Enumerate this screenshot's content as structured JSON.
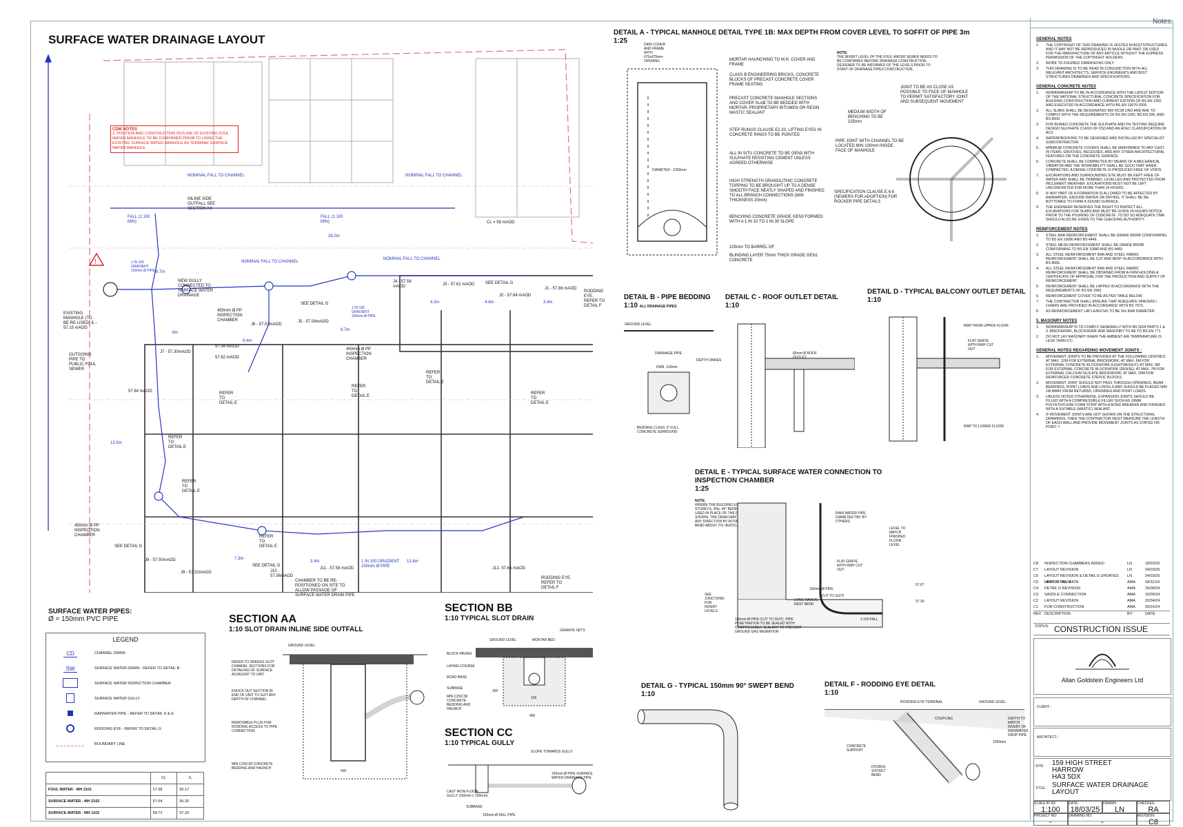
{
  "title": "SURFACE WATER DRAINAGE LAYOUT",
  "cdm": {
    "heading": "CDM NOTES",
    "text": "1. POSITION AND CONSTRUCTION OUTLINE OF EXISTING FOUL WATER MANHOLE TO BE CONFIRMED PRIOR TO USING THE EXISTING SURFACE WATER MANHOLE AS TERMINAL SURFACE WATER MANHOLE"
  },
  "plan_labels": {
    "nominal_fall_1": "NOMINAL FALL TO CHANNEL",
    "nominal_fall_2": "NOMINAL FALL TO CHANNEL",
    "nominal_fall_3": "NOMINAL FALL TO CHANNEL",
    "nominal_fall_4": "NOMINAL FALL TO CHANNEL",
    "inline_outfall": "INLINE SIDE OUTFALL SEE SECTION AA",
    "fall_1": "FALL (1:100 MIN)",
    "fall_2": "FALL (1:100 MIN)",
    "cl_58": "CL = 58 mAOD",
    "dist_28": "28.2m",
    "gradient_1": "1 IN 150 GRADIENT 150mm Ø PIPE",
    "dist_87": "8.7m",
    "new_gully": "NEW GULLY CONNECTED TO SURFACE WATER DRAINAGE",
    "existing_mh": "EXISTING MANHOLE (TO BE RE-USED) IL - 57.15 mAOD",
    "outgoing": "OUTGOING PIPE TO PUBLIC FOUL SEWER",
    "ic_450_1": "450mm Ø PP INSPECTION CHAMBER",
    "ic_450_2": "450mm Ø PP INSPECTION CHAMBER",
    "ic_450_3": "450mm Ø PP INSPECTION CHAMBER",
    "j6": "J6 - 57.53mAOD",
    "j5": "J5 - 57.54mAOD",
    "j4": "J4 - 57.58 mAOD",
    "j3": "J3 - 57.61 mAOD",
    "j2": "J2 - 57.64 mAOD",
    "j1": "J1 - 57.66 mAOD",
    "j7": "J7 - 57.30mAOD",
    "j8": "J8 - 57.50mAOD",
    "j9": "J9 - 57.52mAOD",
    "j10": "J10 - 57.56mAOD",
    "j11": "J11 - 57.58 mAOD",
    "j12": "J12- 57.66 mAOD",
    "lvl_5734": "57.34 mAOD",
    "lvl_5762": "57.62 mAOD",
    "lvl_5764": "57.64 mAOD",
    "rodding_1": "RODDING EYE. REFER TO DETAIL F",
    "rodding_2": "RODDING EYE. REFER TO DETAIL F",
    "gradient_2": "1 IN 150 GRADIENT 150mm Ø PIPE",
    "gradient_3": "1 IN 150 GRADIENT 150mm Ø PIPE",
    "chamber_repos": "CHAMBER TO BE RE-POSITIONED ON SITE TO ALLOW PASSAGE OF SURFACE WATER DRAIN PIPE",
    "d_43": "4.3m",
    "d_44": "4.4m",
    "d_34a": "3.4m",
    "d_67": "6.7m",
    "d_84": "8.4m",
    "d_6m": "6m",
    "d_135": "13.5m",
    "d_73": "7.3m",
    "d_34b": "3.4m",
    "d_134": "13.4m"
  },
  "refer_labels": [
    "REFER TO DETAIL E",
    "REFER TO DETAIL E",
    "REFER TO DETAIL E",
    "REFER TO DETAIL E",
    "REFER TO DETAIL E",
    "REFER TO DETAIL E",
    "REFER TO DETAIL E",
    "SEE DETAIL G",
    "SEE DETAIL G",
    "SEE DETAIL G",
    "SEE DETAIL G"
  ],
  "pipes_note": {
    "heading": "SURFACE WATER PIPES:",
    "text": "Ø = 150mm PVC PIPE"
  },
  "legend": {
    "heading": "LEGEND",
    "items": [
      {
        "sym": "CD",
        "label": "CHANNEL DRAIN"
      },
      {
        "sym": "SW",
        "label": "SURFACE WATER DRAIN - REFER TO DETAIL B"
      },
      {
        "sym": "",
        "label": "SURFACE WATER INSPECTION CHAMBER"
      },
      {
        "sym": "",
        "label": "SURFACE WATER GULLY"
      },
      {
        "sym": "",
        "label": "RAINWATER PIPE - REFER TO DETAIL D & E"
      },
      {
        "sym": "",
        "label": "RODDING EYE - REFER TO DETAIL G"
      },
      {
        "sym": "",
        "label": "BOUNDARY LINE"
      }
    ]
  },
  "levels_table": {
    "headers": [
      "",
      "CL",
      "IL"
    ],
    "rows": [
      [
        "FOUL WATER - MH 2101",
        "57.68",
        "55.17"
      ],
      [
        "SURFACE WATER - MH 2102",
        "57.64",
        "56.30"
      ],
      [
        "SURFACE WATER - MH 1102",
        "58.72",
        "57.33"
      ]
    ]
  },
  "section_aa": {
    "title": "SECTION AA",
    "subtitle": "1:10 SLOT DRAIN INLINE SIDE OUTFALL",
    "labels": [
      "GROUND LEVEL",
      "REFER TO DRENUS SLOT CHANNEL SECTIONS FOR DETAILING OF SURFACE ADJACENT TO UNIT",
      "KNOCK OUT SECTION IN END OF UNIT TO SUIT ANY DEPTH OF CHANNEL",
      "REMOVABLE PLUG FOR RODDING ACCESS TO PIPE CONNECTION",
      "MIN C25/C30 CONCRETE BEDDING AND HAUNCH",
      "430"
    ]
  },
  "section_bb": {
    "title": "SECTION BB",
    "subtitle": "1:10 TYPICAL SLOT DRAIN",
    "labels": [
      "GROUND LEVEL",
      "MORTAR BED",
      "GRANITE SETS",
      "BLOCK PAVING",
      "LAYING COURSE",
      "ROAD BASE",
      "SUBBASE",
      "MIN C25/C30 CONCRETE BEDDING AND HAUNCH",
      "460",
      "100",
      "300"
    ]
  },
  "section_cc": {
    "title": "SECTION CC",
    "subtitle": "1:10 TYPICAL GULLY",
    "labels": [
      "SLOPE TOWARDS GULLY",
      "150mm Ø PIPE SURFACE WATER DRAINAGE PIPE",
      "CAST IRON FLOOR GULLY (150mm x 150mm)",
      "SUBBASE",
      "150mm Ø FALL PIPE"
    ]
  },
  "detail_a": {
    "title": "DETAIL A - TYPICAL MANHOLE DETAIL TYPE 1B: MAX DEPTH FROM COVER LEVEL TO SOFFIT OF PIPE 3m",
    "scale": "1:25",
    "labels": [
      "D400 COVER AND FRAME WITH 675x675mm OPENING",
      "MORTAR HAUNCHING TO M.H. COVER AND FRAME",
      "CLASS B ENGINEERING BRICKS, CONCRETE BLOCKS OF PRECAST CONCRETE COVER FRAME SEATING",
      "PRECAST CONCRETE MANHOLE SECTIONS AND COVER SLAB TO BE BEDDED WITH MORTAR, PROPRIETARY BITUMEN OR RESIN MASTIC SEALANT",
      "STEP RUNGS CLAUSE E2.33, LIFTING EYES IN CONCRETE RINGS TO BE POINTED",
      "ALL IN SITU CONCRETE TO BE GEN3 WITH SULPHATE RESISTING CEMENT UNLESS AGREED OTHERWISE",
      "HIGH STRENGTH GRANOLITHIC CONCRETE TOPPING TO BE BROUGHT UP TO A DENSE SMOOTH FACE NEATLY SHAPED AND FINISHED TO ALL BRANCH CONNECTIONS (MIN THICKNESS 20mm)",
      "BENCHING CONCRETE GRADE GEN3 FORMED WITH A 1 IN 10 TO 1 IN 30 SLOPE",
      "225mm TO BARREL OF",
      "BLINDING LAYER 75mm THICK GRADE GEN1 CONCRETE",
      "DIAMETER - 1050mm"
    ],
    "note_heading": "NOTE:",
    "note": "THE INVERT LEVEL OF THE FOUL WATER SEWER NEEDS TO BE CONFIRMED BEFORE DRAINAGE CONSTRUCTION. DESIGNER TO BE INFORMED OF THE LEVELS PRIOR TO START OF DRAINAGE PIPES CONSTRUCTION.",
    "plan_labels": [
      "JOINT TO BE AS CLOSE AS POSSIBLE TO FACE OF MANHOLE TO PERMIT SATISFACTORY JOINT AND SUBSEQUENT MOVEMENT",
      "MEDIUM WIDTH OF BENCHING TO BE 225mm",
      "PIPE JOINT WITH CHANNEL TO BE LOCATED MIN 100mm INSIDE FACE OF MANHOLE",
      "SPECIFICATION CLAUSE E.6.6 (SEWERS FOR ADOPTION) FOR ROCKER PIPE DETAILS"
    ]
  },
  "detail_b": {
    "title": "DETAIL B - PIPE BEDDING",
    "scale": "1:10",
    "scale_note": "ALL DRAINAGE PIPES",
    "labels": [
      "GROUND LEVEL",
      "DRAINAGE PIPE",
      "DMN. 100mm",
      "DEPTH VARIES",
      "BEDDING CLASS 'Z' FULL CONCRETE SURROUND"
    ]
  },
  "detail_c": {
    "title": "DETAIL C - ROOF OUTLET DETAIL",
    "scale": "1:10",
    "labels": [
      "82mm Ø ROOF OUTLET"
    ]
  },
  "detail_d": {
    "title": "DETAIL D - TYPICAL BALCONY OUTLET DETAIL",
    "scale": "1:10",
    "labels": [
      "RWP FROM UPPER FLOOR",
      "FLAT GRATE WITH RWP CUT OUT",
      "RWP TO LOWER FLOOR"
    ]
  },
  "detail_e": {
    "title": "DETAIL E - TYPICAL SURFACE WATER CONNECTION TO INSPECTION CHAMBER",
    "scale": "1:25",
    "note_heading": "NOTE:",
    "note": "WHERE THE BUILDING EXCEEDS TWO STOREYS, 2No. 45° BENDS SHOULD BE USED IN PLACE OF THE REST BEND SHOWN. THE DRAIN MAY BE ALIGNED IN ANY DIRECTION BY ROTATING THE REST BEND ABOUT ITS VERTICAL AXIS",
    "labels": [
      "RAIN WATER PIPE. DIAMETER TBC BY OTHERS",
      "LEVEL TO MATCH FINISHED FLOOR LEVEL",
      "FLAT GRATE WITH RWP CUT OUT",
      "150mm Ø PIPE",
      "(CUT TO SUIT)",
      "LONG RADIUS REST BEND",
      "SEE JUNCTIONS FOR INVERT LEVELS",
      "150mm Ø PIPE (CUT TO SUIT). PIPE PENETRATION TO BE SEALED WITH COMPRESSIBLE SEALANT TO PREVENT GROUND GAS MIGRATION",
      "1:150 FALL",
      "57.67",
      "57.30"
    ]
  },
  "detail_g": {
    "title": "DETAIL G - TYPICAL 150mm 90° SWEPT BEND",
    "scale": "1:10"
  },
  "detail_f": {
    "title": "DETAIL F - RODDING EYE DETAIL",
    "scale": "1:10",
    "labels": [
      "RODDING EYE TERMINAL",
      "GROUND LEVEL",
      "COUPLING",
      "CONCRETE SUPPORT",
      "DOUBLE SOCKET BEND",
      "DEPTH TO MATCH INVERT OF RAINWATER DROP PIPE",
      "1050mm"
    ]
  },
  "notes": {
    "panel_title": "Notes:",
    "sections": [
      {
        "heading": "GENERAL NOTES",
        "items": [
          "THE COPYRIGHT OF THIS DRAWING IS VESTED IN BOLTSTRUCTURES AND IT MAY NOT BE REPRODUCED IN WHOLE OR PART OR USED FOR THE MANUFACTURE OF ANY ARTICLE WITHOUT THE EXPRESS PERMISSION OF THE COPYRIGHT HOLDERS.",
          "WORK TO FIGURED DIMENSIONS ONLY.",
          "THIS DRAWING IS TO BE READ IN CONJUNCTION WITH ALL RELEVANT ARCHITECT'S, SERVICE ENGINEER'S AND BOLT STRUCTURES DRAWINGS AND SPECIFICATIONS."
        ]
      },
      {
        "heading": "GENERAL CONCRETE NOTES",
        "items": [
          "WORKMANSHIP TO BE IN ACCORDANCE WITH THE LATEST EDITION OF THE NATIONAL STRUCTURAL CONCRETE SPECIFICATION FOR BUILDING CONSTRUCTION AND CURRENT EDITION OF BS EN 1992 AND EXECUTED IN ACCORDANCE WITH BS EN 13670:2009.",
          "ALL SLABS SHALL BE DESIGNATED MIX RC28 UNO AND ARE TO COMPLY WITH THE REQUIREMENTS OF BS EN 1992, BS EN 206, AND BS 8500.",
          "FOR BURIED CONCRETE THE SULPHATE AND PH TESTING REQUIRE DESIGN SULPHATE CLASS OF DS3 AND AN ACEC CLASSIFICATION OF AC3.",
          "WATERPROOFING TO BE DESIGNED AND INSTALLED BY SPECIALIST SUBCONTRACTOR.",
          "MINIMUM CONCRETE COVERS SHALL BE MAINTAINED TO ANY CAST IN ITEMS, GROOVES, RECESSES, AND ANY OTHER ARCHITECTURAL FEATURES ON THE CONCRETE SURFACE.",
          "CONCRETE SHALL BE COMPACTED BY MEANS OF A MECHANICAL VIBRATOR AND THE WORKABILITY SHALL BE SUCH THAT WHEN COMPACTED, A DENSE CONCRETE IS PRODUCED FREE OF VOIDS.",
          "EXCAVATIONS AND SURROUNDING SITE MUST BE KEPT FREE OF WATER AND SHALL BE TRIMMED, LEVELLED AND PROTECTED FROM INCLEMENT WEATHER. EXCAVATIONS MUST NOT BE LEFT UNCONCRETED FOR MORE THAN 24 HOURS.",
          "IF ANY PART OF A FORMATION IS ALLOWED TO BE AFFECTED BY RAINWATER, GROUND WATER OR DRYING, IT SHALL BE RE-BOTTOMED TO FORM A SOUND SURFACE.",
          "THE ENGINEER RESERVES THE RIGHT TO INSPECT ALL EXCAVATIONS FOR SLABS AND MUST BE GIVEN 24 HOURS NOTICE PRIOR TO THE POURING OF CONCRETE. TO DO SO ADEQUATE TIME SHOULD ALSO BE GIVEN TO THE CHECKING AUTHORITY."
        ]
      },
      {
        "heading": "REINFORCEMENT NOTES",
        "items": [
          "STEEL BAR REINFORCEMENT SHALL BE GRADE B500B CONFORMING TO BS EN 10080 AND BS 4449.",
          "STEEL MESH REINFORCEMENT SHALL BE GRADE B500B CONFORMING TO BS EN 10080 AND BS 4483.",
          "ALL STEEL REINFORCEMENT BAR AND STEEL FABRIC REINFORCEMENT SHALL BE CUT AND BENT IN ACCORDANCE WITH BS 8666.",
          "ALL STEEL REINFORCEMENT BAR AND STEEL FABRIC REINFORCEMENT SHALL BE OBTAINED FROM A FIRM HOLDING A CERTIFICATE OF APPROVAL FOR THE PRODUCTION AND SUPPLY OF REINFORCEMENT.",
          "REINFORCEMENT SHALL BE LAPPED IN ACCORDANCE WITH THE REQUIREMENTS OF BS EN 1992.",
          "REINFORCEMENT COVER TO BE AS PER TABLE BELOW.",
          "THE CONTRACTOR SHALL ENSURE THAT ADEQUATE SPACERS / CHAIRS ARE PROVIDED IN ACCORDANCE WITH BS 7973.",
          "AS REINFORCEMENT LAP LENGTHS TO BE 50x BAR DIAMETER."
        ]
      },
      {
        "heading": "5. MASONRY NOTES",
        "items": [
          "WORKMANSHIP IS TO COMPLY GENERALLY WITH BS 5628 PARTS 1 & 3. BRICKWORK, BLOCKWORK AND MASONRY TO BE TO BS EN 771.",
          "DO NOT LAY MASONRY WHEN THE AMBIENT AIR TEMPERATURE IS LESS THAN 5°C."
        ]
      },
      {
        "heading": "GENERAL NOTES REGARDING MOVEMENT JOINTS :",
        "items": [
          "MOVEMENT JOINTS TO BE PROVIDED AT THE FOLLOWING CENTRES: AT MAX. 12M FOR EXTERNAL BRICKWORK; AT MAX. 6M FOR EXTERNAL CONCRETE BLOCKWORK (LIGHTWEIGHT); AT MAX. 9M FOR EXTERNAL CONCRETE BLOCKWORK (DENSE); AT MAX. 7M FOR EXTERNAL CALCIUM SILICATE BRICKWORK; AT MAX. 20M FOR REINFORCED CONCRETE STEPOC BLOCKS",
          "MOVEMENT JOINT SHOULD NOT PASS THROUGH OPENINGS, BEAM BEARINGS, POINT LOADS AND LINTELS AND SHOULD BE PLACED MIN 1M AWAY FROM RETURNS, OPENINGS AND POINT LOADS.",
          "UNLESS NOTED OTHERWISE, EXPANSION JOINTS SHOULD BE FILLED WITH A COMPRESSIBLE FILLER SUCH AS 10MM POLYETHYLENE FOAM STRIP WITH A BOND BREAKER AND FINISHED WITH A SUITABLE (MASTIC) SEALANT.",
          "IF MOVEMENT JOINTS ARE NOT SHOWN ON THE STRUCTURAL DRAWINGS, THEN THE CONTRACTOR MUST MEASURE THE LENGTH OF EACH WALL AND PROVIDE MOVEMENT JOINTS AS STATED ON POINT 7."
        ]
      }
    ]
  },
  "revisions": {
    "rows": [
      [
        "C8",
        "INSPECTION CHAMBERS ADDED",
        "LN",
        "18/03/25"
      ],
      [
        "C7",
        "LAYOUT REVISION",
        "LN",
        "04/03/25"
      ],
      [
        "C6",
        "LAYOUT REVISION & DETAIL E UPDATED, NEW DETAIL H",
        "LN",
        "24/03/25"
      ],
      [
        "C5",
        "LAYOUT REVISION",
        "AMA",
        "18/11/24"
      ],
      [
        "C4",
        "DETAIL D REVISION",
        "AMA",
        "26/06/24"
      ],
      [
        "C3",
        "SADDLE CONNECTION",
        "AMA",
        "10/05/24"
      ],
      [
        "C2",
        "LAYOUT REVISION",
        "AMA",
        "22/04/24"
      ],
      [
        "C1",
        "FOR CONSTRUCTION",
        "AMA",
        "26/01/24"
      ]
    ],
    "header": [
      "REV.",
      "DESCRIPTION:",
      "BY:",
      "DATE:"
    ]
  },
  "title_block": {
    "status_label": "STATUS:",
    "status": "CONSTRUCTION ISSUE",
    "company": "Allan Goldstein Engineers Ltd",
    "client_label": "CLIENT: -",
    "architect_label": "ARCHITECT: -",
    "site_label": "SITE:",
    "site": [
      "159 HIGH STREET",
      "HARROW",
      "HA3 5DX"
    ],
    "title_label": "TITLE:",
    "drawing_title": "SURFACE WATER DRAINAGE LAYOUT",
    "scale_label": "SCALE AT A0:",
    "scale": "1:100",
    "date_label": "DATE:",
    "date": "18/03/25",
    "drawn_label": "DRAWN:",
    "drawn": "LN",
    "checked_label": "CHECKED:",
    "checked": "RA",
    "project_label": "PROJECT NO:",
    "project": "-",
    "drawing_label": "DRAWING NO:",
    "drawing": "-",
    "revision_label": "REVISION:",
    "revision": "C8"
  }
}
